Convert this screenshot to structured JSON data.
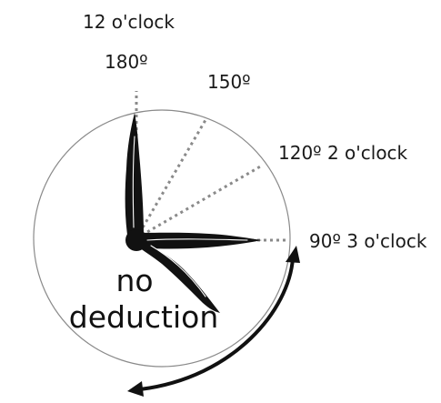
{
  "labels": {
    "top_clock": "12 o'clock",
    "angle_180": "180º",
    "angle_150": "150º",
    "angle_120_line": "120º  2 o'clock",
    "angle_90_line": "90º  3 o'clock"
  },
  "center_text": {
    "line1": "no",
    "line2": "deduction"
  },
  "colors": {
    "circle": "#8a8a8a",
    "dotted": "#8a8a8a",
    "hand": "#111111",
    "arrow": "#111111"
  },
  "icons": {
    "hands": "clock-hands-icon",
    "arrow": "curved-double-arrow-icon"
  }
}
